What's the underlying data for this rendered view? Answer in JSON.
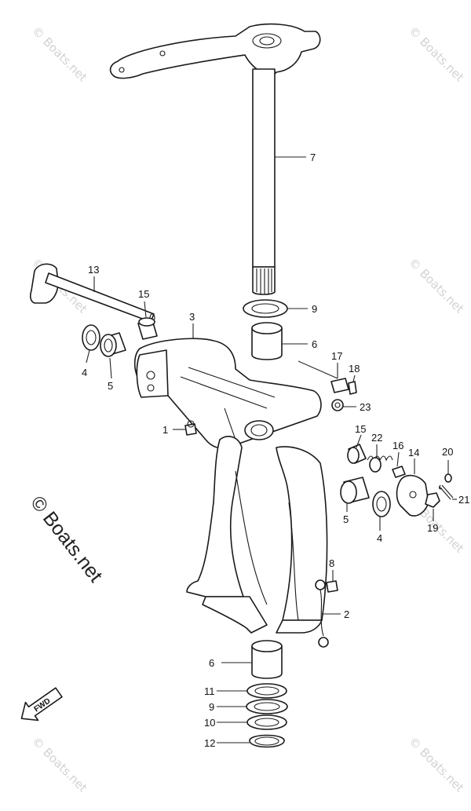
{
  "callouts": {
    "c7": "7",
    "c9a": "9",
    "c6a": "6",
    "c13": "13",
    "c15a": "15",
    "c3": "3",
    "c4a": "4",
    "c5a": "5",
    "c17": "17",
    "c18": "18",
    "c23": "23",
    "c1": "1",
    "c15b": "15",
    "c22": "22",
    "c16": "16",
    "c14": "14",
    "c20": "20",
    "c21": "21",
    "c19": "19",
    "c5b": "5",
    "c4b": "4",
    "c8": "8",
    "c2": "2",
    "c6b": "6",
    "c11": "11",
    "c9b": "9",
    "c10": "10",
    "c12": "12"
  },
  "watermark": {
    "large": "© Boats.net",
    "small": "© Boats.net"
  },
  "fwd_label": "FWD"
}
